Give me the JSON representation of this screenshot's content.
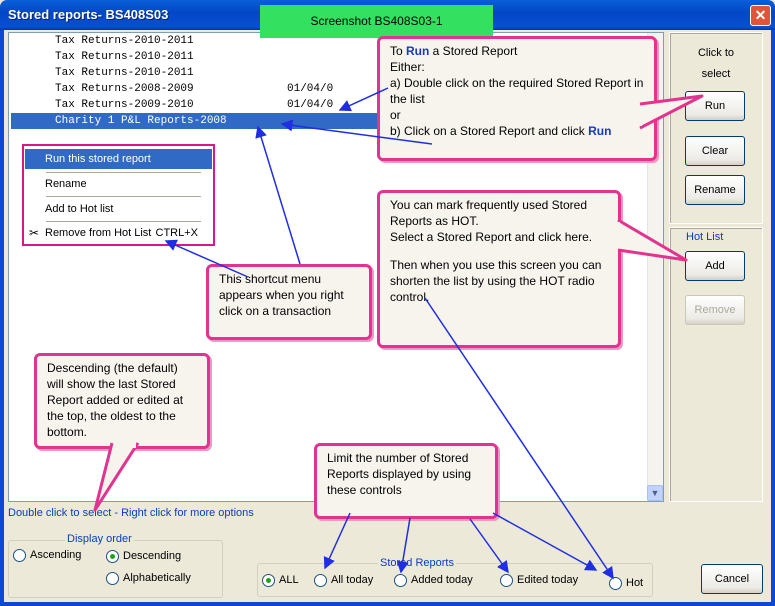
{
  "window": {
    "title": "Stored reports- BS408S03",
    "close_glyph": "✕"
  },
  "screenshot_tag": "Screenshot BS408S03-1",
  "list": {
    "rows": [
      {
        "name": "Tax Returns-2010-2011",
        "date": ""
      },
      {
        "name": "Tax Returns-2010-2011",
        "date": ""
      },
      {
        "name": "Tax Returns-2010-2011",
        "date": ""
      },
      {
        "name": "Tax Returns-2008-2009",
        "date": "01/04/0"
      },
      {
        "name": "Tax Returns-2009-2010",
        "date": "01/04/0"
      },
      {
        "name": "Charity 1 P&L Reports-2008",
        "date": ""
      }
    ],
    "selected_index": 5,
    "scroll_down_glyph": "▼"
  },
  "context_menu": {
    "items": [
      {
        "label": "Run this stored report",
        "shortcut": ""
      },
      {
        "label": "Rename",
        "shortcut": ""
      },
      {
        "label": "Add to Hot list",
        "shortcut": ""
      },
      {
        "label": "Remove from Hot List",
        "shortcut": "CTRL+X"
      }
    ],
    "scissors_glyph": "✂"
  },
  "side": {
    "click_to_select": "Click to select",
    "run": "Run",
    "clear": "Clear",
    "rename": "Rename",
    "hot_list_label": "Hot List",
    "add": "Add",
    "remove": "Remove"
  },
  "callouts": {
    "run_title_pre": "To ",
    "run_title_bold": "Run",
    "run_title_post": " a Stored Report",
    "run_either": "Either:",
    "run_a": "a) Double click on the required Stored Report in the list",
    "run_or": "or",
    "run_b_pre": "b) Click on a Stored Report and click ",
    "run_b_bold": "Run",
    "hot_1": "You can mark frequently used Stored Reports as HOT.",
    "hot_2": "Select a Stored Report and click here.",
    "hot_3": "Then when you use this screen you can shorten the list by using the HOT radio control.",
    "shortcut": "This shortcut menu appears when you right click on a transaction",
    "descending": "Descending (the default) will show the last Stored Report added or edited at the top, the oldest to the bottom.",
    "limit": "Limit the number of Stored Reports displayed by using these controls"
  },
  "help_text": "Double click to select - Right click for more options",
  "display_order": {
    "label": "Display order",
    "options": [
      "Ascending",
      "Descending",
      "Alphabetically"
    ],
    "selected": "Descending"
  },
  "stored_reports_filter": {
    "label": "Stored Reports",
    "options": [
      "ALL",
      "All today",
      "Added today",
      "Edited today",
      "Hot"
    ],
    "selected": "ALL"
  },
  "cancel": "Cancel",
  "colors": {
    "accent_pink": "#e1338f",
    "arrow_blue": "#1f2ee0",
    "selection": "#316ac5"
  }
}
